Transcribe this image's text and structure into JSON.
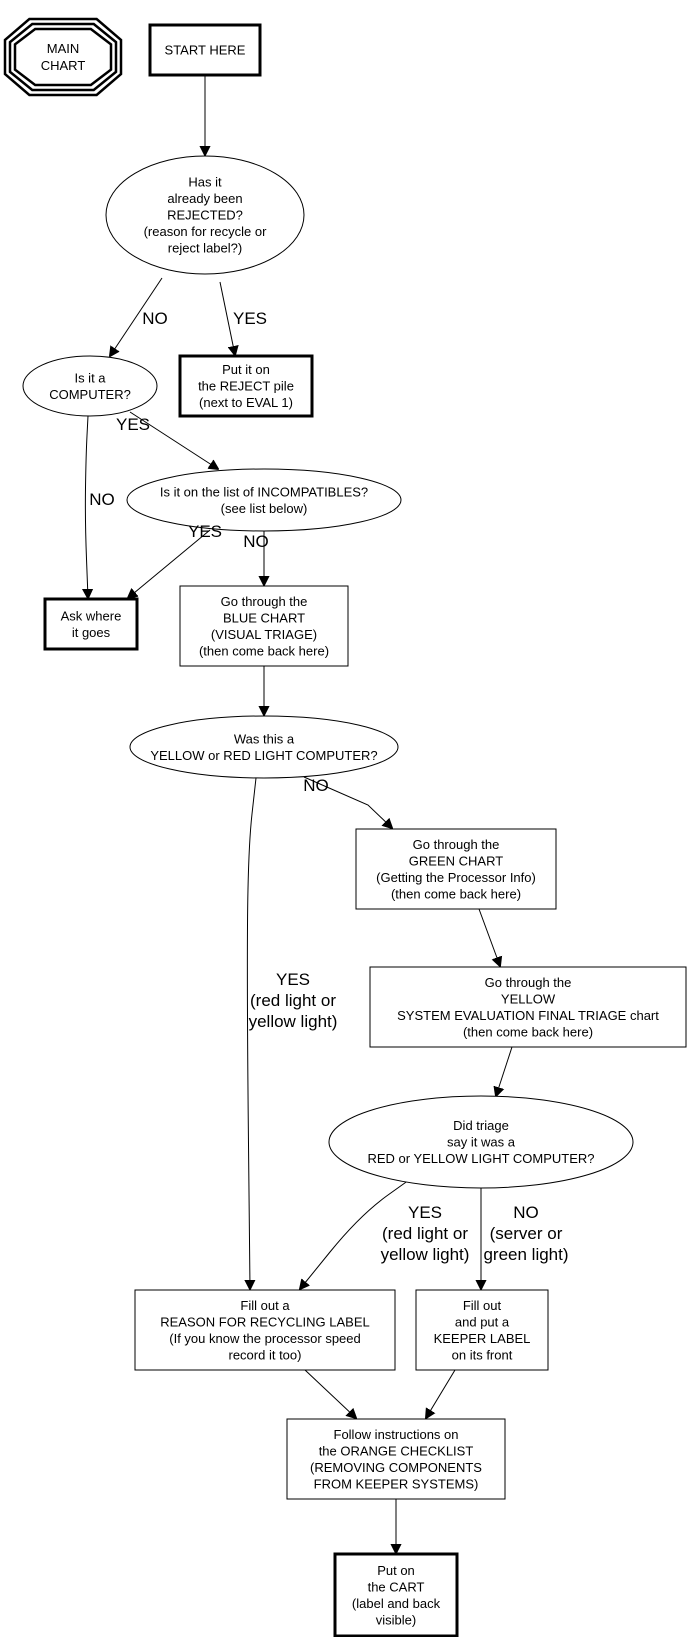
{
  "diagram": {
    "title_node": {
      "id": "main-chart",
      "shape": "octagon-triple",
      "lines": [
        "MAIN",
        "CHART"
      ]
    },
    "nodes": [
      {
        "id": "start",
        "shape": "box-bold",
        "lines": [
          "START HERE"
        ]
      },
      {
        "id": "rejected",
        "shape": "ellipse",
        "lines": [
          "Has it",
          "already been",
          "REJECTED?",
          "(reason for recycle or",
          "reject label?)"
        ]
      },
      {
        "id": "reject-pile",
        "shape": "box-bold",
        "lines": [
          "Put it on",
          "the REJECT pile",
          "(next to EVAL 1)"
        ]
      },
      {
        "id": "is-computer",
        "shape": "ellipse",
        "lines": [
          "Is it a",
          "COMPUTER?"
        ]
      },
      {
        "id": "incompatibles",
        "shape": "ellipse",
        "lines": [
          "Is it on the list of INCOMPATIBLES?",
          "(see list below)"
        ]
      },
      {
        "id": "ask-where",
        "shape": "box-bold",
        "lines": [
          "Ask where",
          "it goes"
        ]
      },
      {
        "id": "blue-chart",
        "shape": "box",
        "lines": [
          "Go through the",
          "BLUE CHART",
          "(VISUAL TRIAGE)",
          "(then come back here)"
        ]
      },
      {
        "id": "yellow-red",
        "shape": "ellipse",
        "lines": [
          "Was this a",
          "YELLOW or RED LIGHT COMPUTER?"
        ]
      },
      {
        "id": "green-chart",
        "shape": "box",
        "lines": [
          "Go through the",
          "GREEN CHART",
          "(Getting the Processor Info)",
          "(then come back here)"
        ]
      },
      {
        "id": "yellow-chart",
        "shape": "box",
        "lines": [
          "Go through the",
          "YELLOW",
          "SYSTEM EVALUATION FINAL TRIAGE chart",
          "(then come back here)"
        ]
      },
      {
        "id": "triage-result",
        "shape": "ellipse",
        "lines": [
          "Did triage",
          "say it was a",
          "RED or YELLOW LIGHT COMPUTER?"
        ]
      },
      {
        "id": "recycling-label",
        "shape": "box",
        "lines": [
          "Fill out a",
          "REASON FOR RECYCLING LABEL",
          "(If you know the processor speed",
          "record it too)"
        ]
      },
      {
        "id": "keeper-label",
        "shape": "box",
        "lines": [
          "Fill out",
          "and put a",
          "KEEPER LABEL",
          "on its front"
        ]
      },
      {
        "id": "orange-checklist",
        "shape": "box",
        "lines": [
          "Follow instructions on",
          "the ORANGE CHECKLIST",
          "(REMOVING COMPONENTS",
          "FROM KEEPER SYSTEMS)"
        ]
      },
      {
        "id": "cart",
        "shape": "box-bold",
        "lines": [
          "Put on",
          "the CART",
          "(label and back",
          "visible)"
        ]
      }
    ],
    "edges": [
      {
        "id": "start-to-rejected",
        "from": "start",
        "to": "rejected",
        "label": []
      },
      {
        "id": "rejected-no",
        "from": "rejected",
        "to": "is-computer",
        "label": [
          "NO"
        ]
      },
      {
        "id": "rejected-yes",
        "from": "rejected",
        "to": "reject-pile",
        "label": [
          "YES"
        ]
      },
      {
        "id": "computer-yes",
        "from": "is-computer",
        "to": "incompatibles",
        "label": [
          "YES"
        ]
      },
      {
        "id": "computer-no",
        "from": "is-computer",
        "to": "ask-where",
        "label": [
          "NO"
        ]
      },
      {
        "id": "incompatible-yes",
        "from": "incompatibles",
        "to": "ask-where",
        "label": [
          "YES"
        ]
      },
      {
        "id": "incompatible-no",
        "from": "incompatibles",
        "to": "blue-chart",
        "label": [
          "NO"
        ]
      },
      {
        "id": "blue-to-yellow-red",
        "from": "blue-chart",
        "to": "yellow-red",
        "label": []
      },
      {
        "id": "yellow-red-no",
        "from": "yellow-red",
        "to": "green-chart",
        "label": [
          "NO"
        ]
      },
      {
        "id": "yellow-red-yes",
        "from": "yellow-red",
        "to": "recycling-label",
        "label": [
          "YES",
          "(red light or",
          "yellow light)"
        ]
      },
      {
        "id": "green-to-yellow",
        "from": "green-chart",
        "to": "yellow-chart",
        "label": []
      },
      {
        "id": "yellow-to-triage",
        "from": "yellow-chart",
        "to": "triage-result",
        "label": []
      },
      {
        "id": "triage-yes",
        "from": "triage-result",
        "to": "recycling-label",
        "label": [
          "YES",
          "(red light or",
          "yellow light)"
        ]
      },
      {
        "id": "triage-no",
        "from": "triage-result",
        "to": "keeper-label",
        "label": [
          "NO",
          "(server or",
          "green light)"
        ]
      },
      {
        "id": "recycling-to-orange",
        "from": "recycling-label",
        "to": "orange-checklist",
        "label": []
      },
      {
        "id": "keeper-to-orange",
        "from": "keeper-label",
        "to": "orange-checklist",
        "label": []
      },
      {
        "id": "orange-to-cart",
        "from": "orange-checklist",
        "to": "cart",
        "label": []
      }
    ]
  }
}
